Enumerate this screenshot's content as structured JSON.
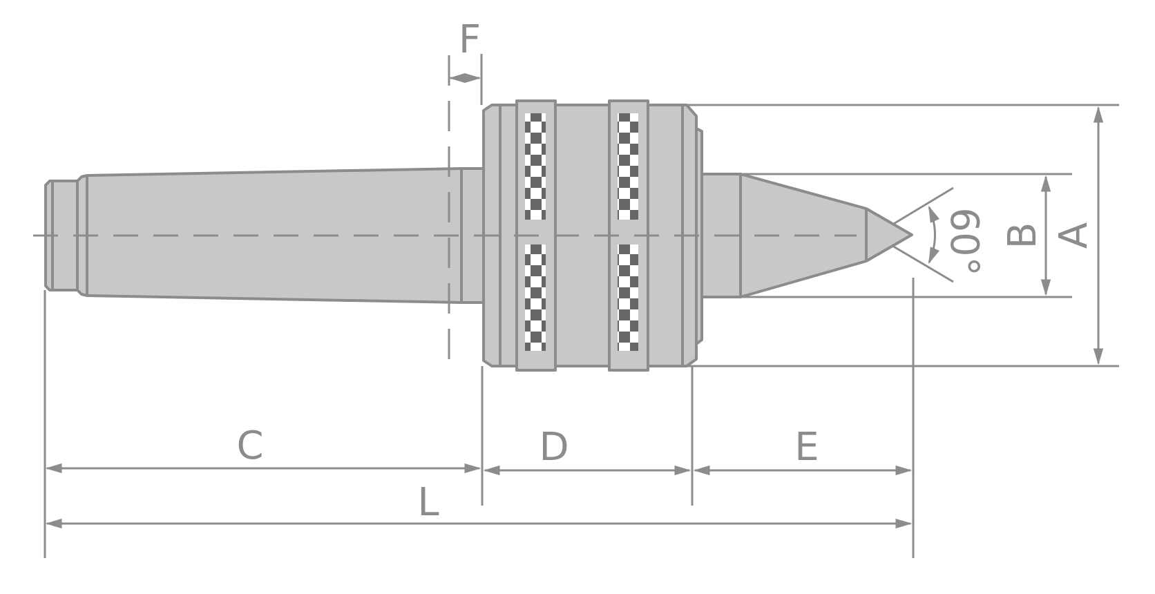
{
  "diagram": {
    "title": "Live center dimension drawing",
    "colors": {
      "line": "#8c8c8c",
      "fill": "#c8c8c7",
      "checker_dark": "#666666",
      "checker_light": "#ffffff",
      "background": "#ffffff"
    },
    "labels": {
      "A": "A",
      "B": "B",
      "C": "C",
      "D": "D",
      "E": "E",
      "F": "F",
      "L": "L",
      "angle": "60°"
    },
    "parts": [
      "taper shank",
      "bearing housing",
      "knurled bands",
      "spindle",
      "conical point"
    ]
  }
}
